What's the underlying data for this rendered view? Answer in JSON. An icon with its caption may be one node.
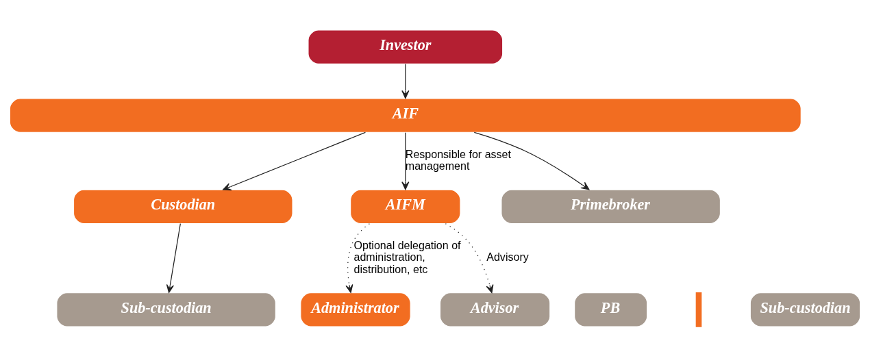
{
  "diagram": {
    "nodes": [
      {
        "text": [
          "Investor"
        ]
      },
      {
        "text": [
          "AIF"
        ]
      },
      {
        "text": [
          "Custodian"
        ]
      },
      {
        "text": [
          "AIFM"
        ]
      },
      {
        "text": [
          "Primebroker"
        ]
      },
      {
        "text": [
          "Sub-custodian"
        ]
      },
      {
        "text": [
          "PB"
        ]
      },
      {
        "text": [
          "Sub-custodian"
        ]
      },
      {
        "text": [
          "Administrator"
        ]
      },
      {
        "text": [
          "Advisor"
        ]
      }
    ],
    "edges": [
      {
        "from": 0,
        "to": 1,
        "arrow": "to"
      },
      {
        "from": 1,
        "to": 2,
        "arrow": "to"
      },
      {
        "from": 1,
        "to": 3,
        "arrow": "to",
        "label": "Responsible for asset management"
      },
      {
        "from": 1,
        "to": 4,
        "arrow": "to"
      },
      {
        "from": 2,
        "to": 5,
        "arrow": "to"
      },
      {
        "from": 3,
        "to": 8,
        "arrow": "to",
        "style": "dashed",
        "label": "Optional delegation of administration, distribution, etc"
      },
      {
        "from": 3,
        "to": 9,
        "arrow": "to",
        "style": "dashed",
        "label": "Advisory"
      }
    ]
  }
}
